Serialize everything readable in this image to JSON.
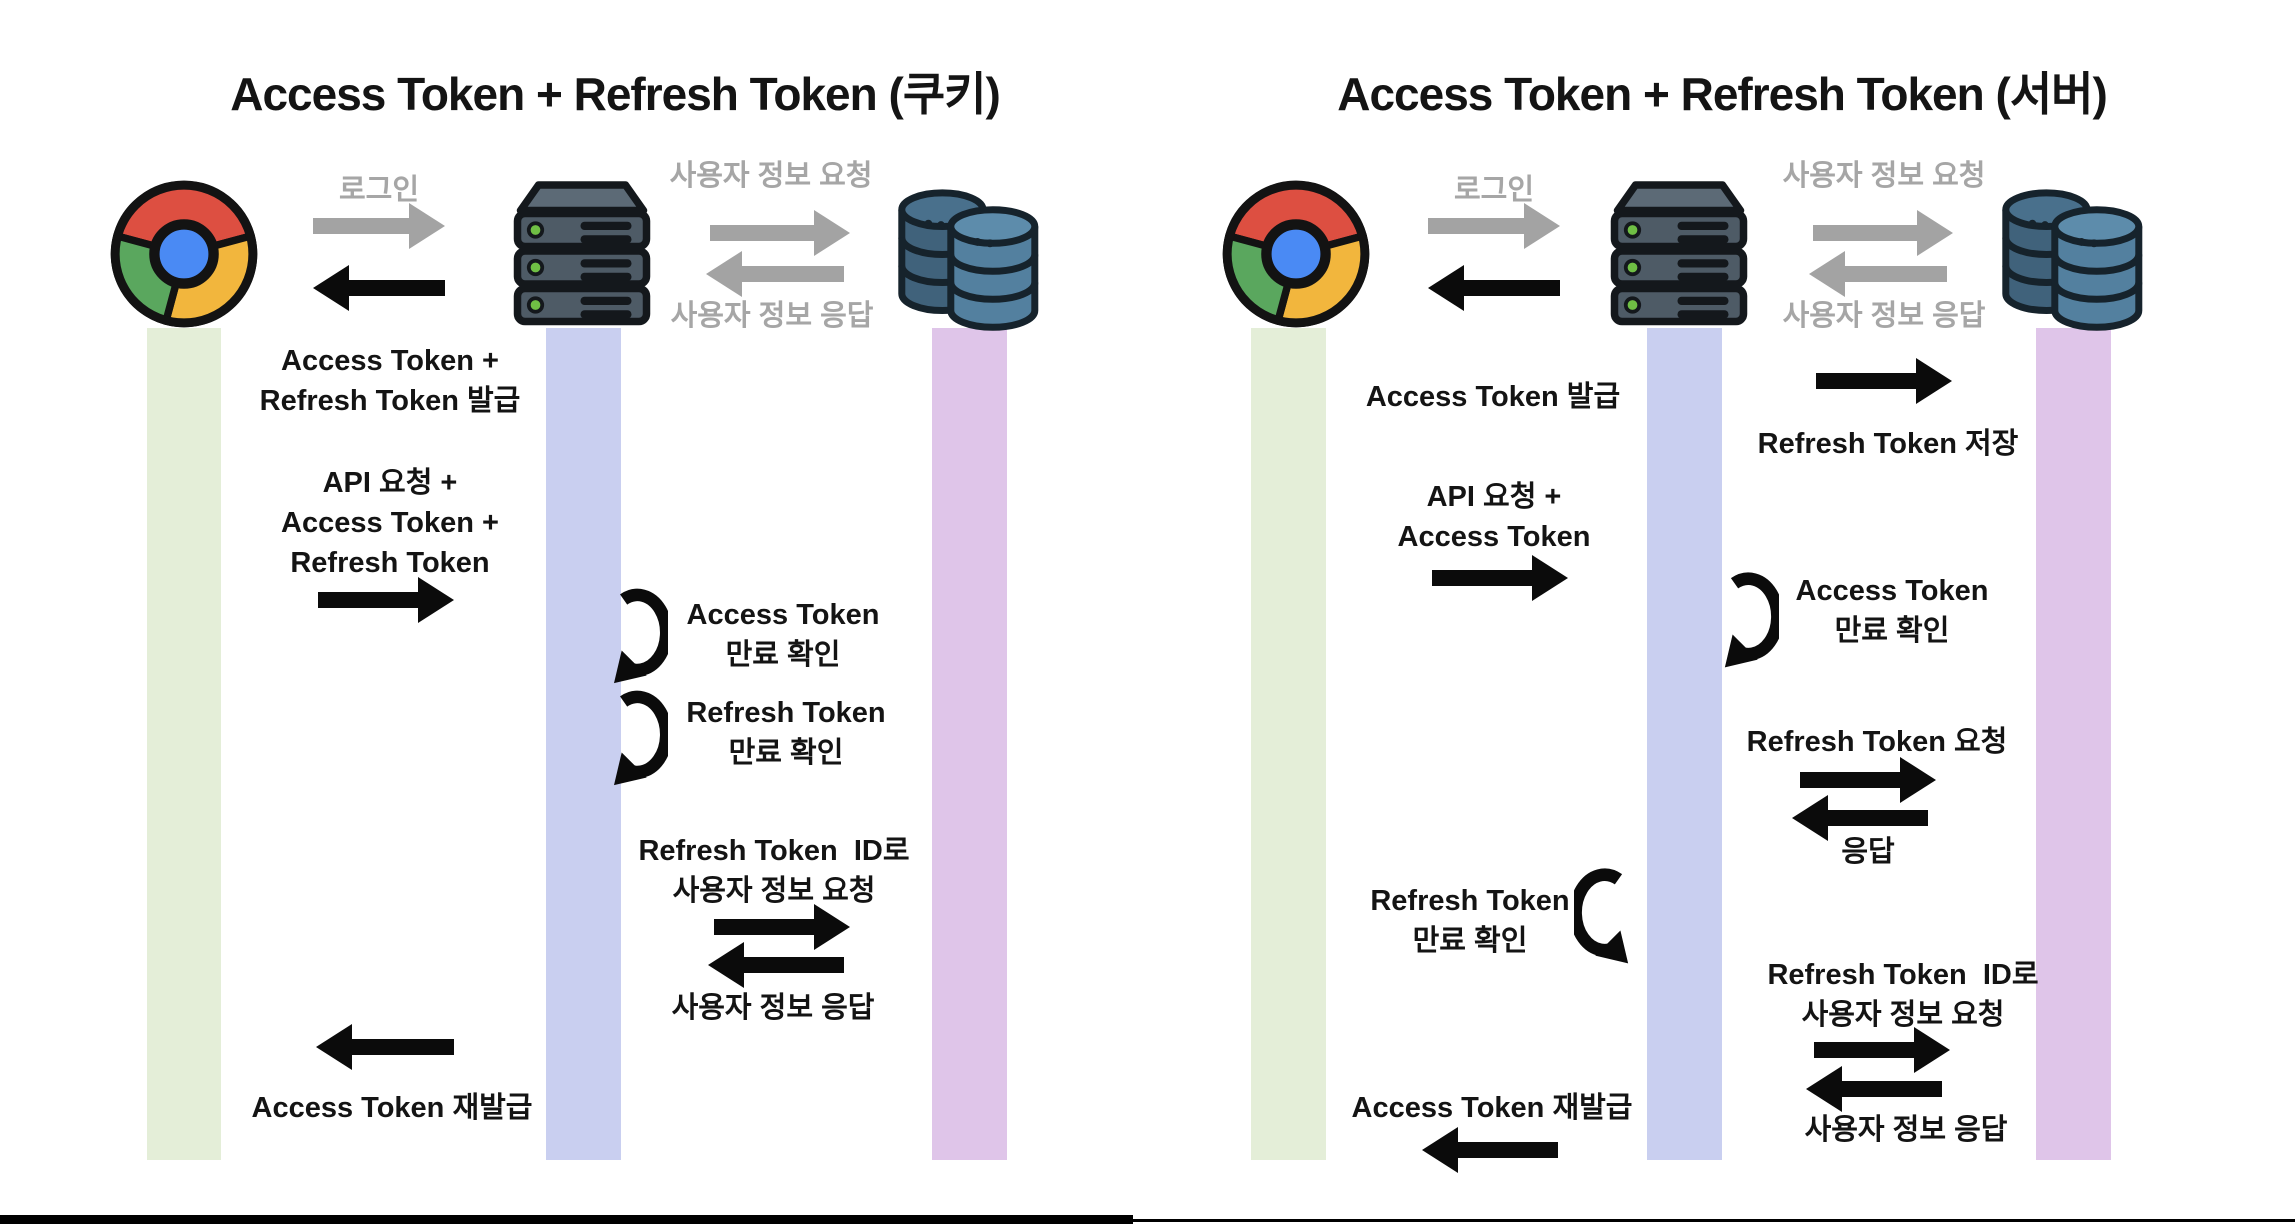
{
  "colors": {
    "lane_browser": "#e4eed8",
    "lane_server": "#c9cff0",
    "lane_database": "#dfc5e9",
    "arrow_black": "#0b0b0b",
    "arrow_gray": "#a3a3a3",
    "gray_text": "#a6a6a6",
    "chrome_red": "#dd4f41",
    "chrome_yellow": "#f2b63d",
    "chrome_green": "#5aa75e",
    "chrome_blue": "#4a8af4",
    "server_body": "#4e5b66",
    "db_front": "#53809f",
    "db_rear": "#40627b"
  },
  "icons": {
    "browser": "chrome-browser-icon",
    "server": "server-icon",
    "database": "database-icon"
  },
  "left": {
    "title": "Access Token + Refresh Token (쿠키)",
    "login": "로그인",
    "user_info_request": "사용자 정보 요청",
    "user_info_response": "사용자 정보 응답",
    "token_issue": [
      "Access Token +",
      "Refresh Token 발급"
    ],
    "api_request": [
      "API 요청 +",
      "Access Token +",
      "Refresh Token"
    ],
    "access_token_expiry_check": [
      "Access Token",
      "만료 확인"
    ],
    "refresh_token_expiry_check": [
      "Refresh Token",
      "만료 확인"
    ],
    "user_info_request_by_id": [
      "Refresh Token  ID로",
      "사용자 정보 요청"
    ],
    "user_info_response_2": "사용자 정보 응답",
    "access_token_reissue": "Access Token 재발급"
  },
  "right": {
    "title": "Access Token + Refresh Token (서버)",
    "login": "로그인",
    "user_info_request": "사용자 정보 요청",
    "user_info_response": "사용자 정보 응답",
    "access_token_issue": "Access Token 발급",
    "refresh_token_store": "Refresh Token 저장",
    "api_request": [
      "API 요청 +",
      "Access Token"
    ],
    "access_token_expiry_check": [
      "Access Token",
      "만료 확인"
    ],
    "refresh_token_request": "Refresh Token 요청",
    "response": "응답",
    "refresh_token_expiry_check": [
      "Refresh Token",
      "만료 확인"
    ],
    "user_info_request_by_id": [
      "Refresh Token  ID로",
      "사용자 정보 요청"
    ],
    "user_info_response_2": "사용자 정보 응답",
    "access_token_reissue": "Access Token 재발급"
  }
}
